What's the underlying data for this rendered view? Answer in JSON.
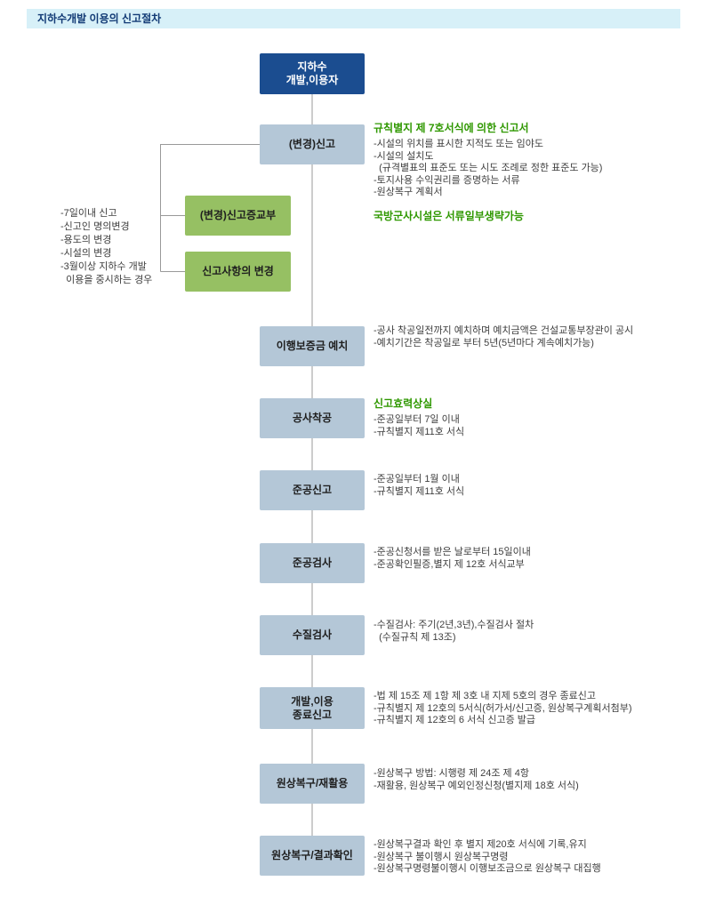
{
  "page": {
    "title": "지하수개발 이용의 신고절차"
  },
  "colors": {
    "title_bar_bg": "#d7f0f8",
    "title_text": "#123a75",
    "node_dark_blue": "#1b4d90",
    "node_blue_gray": "#b4c7d7",
    "node_green": "#96c063",
    "accent_green_text": "#2f9800",
    "connector_gray": "#999999"
  },
  "nodes": {
    "start": "지하수\n개발,이용자",
    "change_report": "(변경)신고",
    "report_certificate": "(변경)신고증교부",
    "report_change": "신고사항의 변경",
    "deposit": "이행보증금 예치",
    "construction_start": "공사착공",
    "completion_report": "준공신고",
    "completion_inspection": "준공검사",
    "water_quality_test": "수질검사",
    "end_report": "개발,이용\n종료신고",
    "restoration_recycle": "원상복구/재활용",
    "restoration_result": "원상복구/결과확인"
  },
  "left_note": {
    "lines": [
      "-7일이내 신고",
      "-신고인 명의변경",
      "-용도의 변경",
      "-시설의 변경",
      "-3월이상 지하수 개발",
      "  이용을 중시하는 경우"
    ]
  },
  "annotations": {
    "a1": {
      "title": "규칙별지 제 7호서식에 의한 신고서",
      "lines": [
        "-시설의 위치를 표시한 지적도 또는 임야도",
        "-시설의 설치도",
        "  (규격별표의 표준도 또는 시도 조례로 정한 표준도 가능)",
        "-토지사용 수익권리를 증명하는 서류",
        "-원상복구 계획서"
      ],
      "note": "국방군사시설은 서류일부생략가능"
    },
    "a2": {
      "lines": [
        "-공사 착공일전까지 예치하며 예치금액은 건설교통부장관이 공시",
        "-예치기간은 착공일로 부터 5년(5년마다 계속예치가능)"
      ]
    },
    "a3": {
      "title": "신고효력상실",
      "lines": [
        "-준공일부터 7일 이내",
        "-규칙별지 제11호 서식"
      ]
    },
    "a4": {
      "lines": [
        "-준공일부터 1월 이내",
        "-규칙별지 제11호 서식"
      ]
    },
    "a5": {
      "lines": [
        "-준공신청서를 받은 날로부터 15일이내",
        "-준공확인필증,별지 제 12호 서식교부"
      ]
    },
    "a6": {
      "lines": [
        "-수질검사: 주기(2년,3년),수질검사 절차",
        "  (수질규칙 제 13조)"
      ]
    },
    "a7": {
      "lines": [
        "-법 제 15조 제 1항 제 3호 내 지제 5호의 경우 종료신고",
        "-규칙별지 제 12호의 5서식(허가서/신고증, 원상복구계획서첨부)",
        "-규칙별지 제 12호의 6 서식 신고증 발급"
      ]
    },
    "a8": {
      "lines": [
        "-원상복구 방법: 시행령 제 24조 제 4항",
        "-재활용, 원상복구 예외인정신청(별지제 18호 서식)"
      ]
    },
    "a9": {
      "lines": [
        "-원상복구결과 확인 후 별지 제20호 서식에 기록,유지",
        "-원상복구 불이행시 원상복구명령",
        "-원상복구명령불이행시 이행보조금으로 원상복구 대집행"
      ]
    }
  }
}
